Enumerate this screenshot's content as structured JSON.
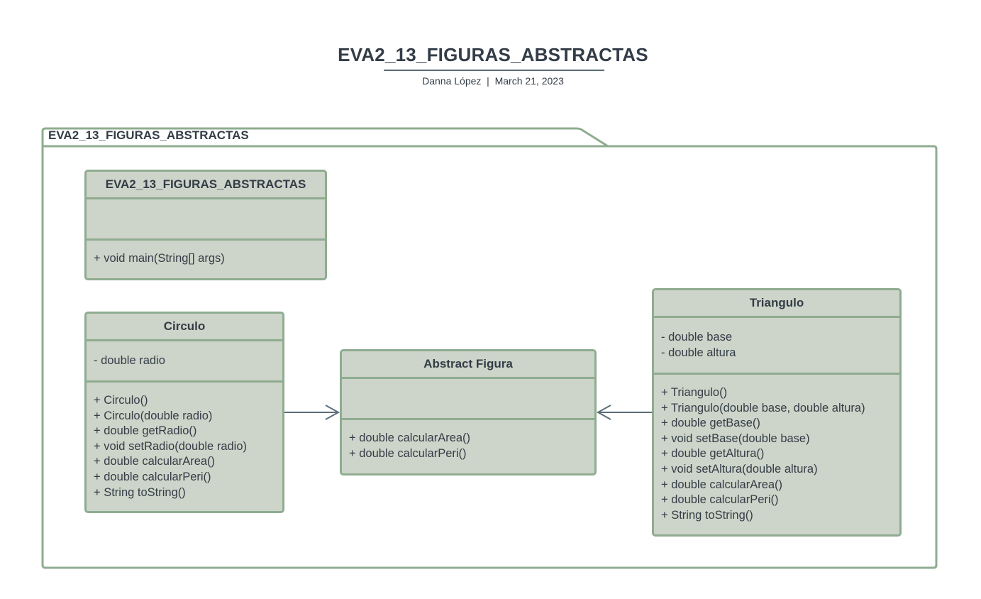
{
  "document": {
    "title": "EVA2_13_FIGURAS_ABSTRACTAS",
    "meta": "Danna López  |  March 21, 2023"
  },
  "package": {
    "label": "EVA2_13_FIGURAS_ABSTRACTAS"
  },
  "colors": {
    "class_fill": "#cdd4c9",
    "class_border": "#8fac90",
    "connector": "#5b6e79",
    "text": "#333d47"
  },
  "classes": {
    "main": {
      "name": "EVA2_13_FIGURAS_ABSTRACTAS",
      "attributes": [],
      "operations": [
        "+ void main(String[] args)"
      ]
    },
    "circulo": {
      "name": "Circulo",
      "attributes": [
        "- double radio"
      ],
      "operations": [
        "+ Circulo()",
        "+ Circulo(double radio)",
        "+ double getRadio()",
        "+ void setRadio(double radio)",
        "+ double calcularArea()",
        "+ double calcularPeri()",
        "+ String toString()"
      ]
    },
    "figura": {
      "name": "Abstract Figura",
      "attributes": [],
      "operations": [
        "+ double calcularArea()",
        "+ double calcularPeri()"
      ]
    },
    "triangulo": {
      "name": "Triangulo",
      "attributes": [
        "- double base",
        "- double altura"
      ],
      "operations": [
        "+ Triangulo()",
        "+ Triangulo(double base, double altura)",
        "+ double getBase()",
        "+ void setBase(double base)",
        "+ double getAltura()",
        "+ void setAltura(double altura)",
        "+ double calcularArea()",
        "+ double calcularPeri()",
        "+ String toString()"
      ]
    }
  },
  "relations": [
    {
      "from": "Circulo",
      "to": "Abstract Figura",
      "type": "association-arrow"
    },
    {
      "from": "Triangulo",
      "to": "Abstract Figura",
      "type": "association-arrow"
    }
  ]
}
